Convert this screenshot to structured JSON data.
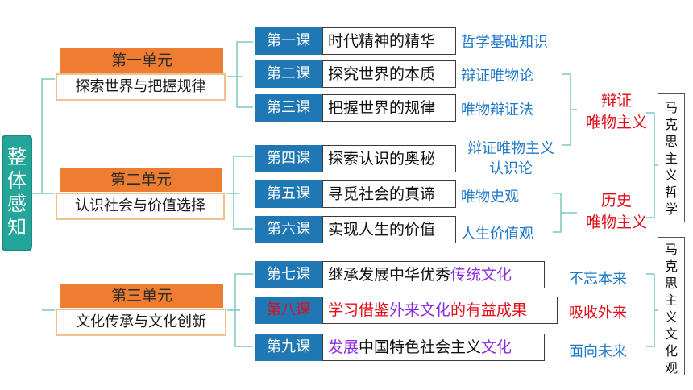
{
  "root": {
    "label": "整体感知"
  },
  "units": [
    {
      "title": "第一单元",
      "subtitle": "探索世界与把握规律"
    },
    {
      "title": "第二单元",
      "subtitle": "认识社会与价值选择"
    },
    {
      "title": "第三单元",
      "subtitle": "文化传承与文化创新"
    }
  ],
  "lessons": [
    {
      "num": "第一课",
      "name": "时代精神的精华",
      "tag": "哲学基础知识"
    },
    {
      "num": "第二课",
      "name": "探究世界的本质",
      "tag": "辩证唯物论"
    },
    {
      "num": "第三课",
      "name": "把握世界的规律",
      "tag": "唯物辩证法"
    },
    {
      "num": "第四课",
      "name": "探索认识的奥秘",
      "tag_line1": "辩证唯物主义",
      "tag_line2": "认识论"
    },
    {
      "num": "第五课",
      "name": "寻觅社会的真谛",
      "tag": "唯物史观"
    },
    {
      "num": "第六课",
      "name": "实现人生的价值",
      "tag": "人生价值观"
    },
    {
      "num": "第七课",
      "name_a": "继承发展中华优秀",
      "name_b": "传统文化",
      "tag": "不忘本来"
    },
    {
      "num": "第八课",
      "name_a": "学习借鉴",
      "name_b": "外来文化",
      "name_c": "的有益成果",
      "tag": "吸收外来"
    },
    {
      "num": "第九课",
      "name_a": "发展",
      "name_b": "中国特色社会主义",
      "name_c": "文化",
      "tag": "面向未来"
    }
  ],
  "groups": {
    "dialectical": {
      "line1": "辩证",
      "line2": "唯物主义"
    },
    "historical": {
      "line1": "历史",
      "line2": "唯物主义"
    },
    "philosophy": "马克思主义哲学",
    "culture": "马克思主义文化观"
  },
  "colors": {
    "root": "#23a59a",
    "unit": "#ee7d31",
    "lesson": "#1f78b4",
    "tag": "#1f78c8",
    "emphasis": "#e30b17",
    "purple": "#8a2be2"
  }
}
